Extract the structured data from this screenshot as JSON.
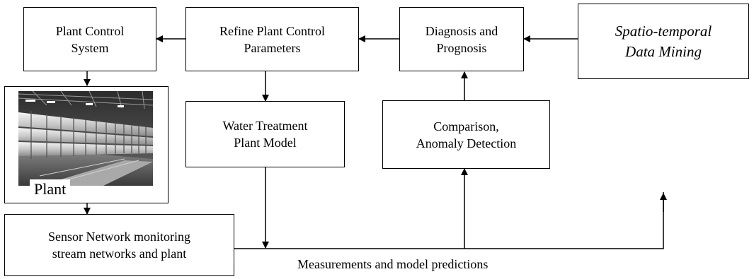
{
  "boxes": {
    "plant_control": [
      "Plant Control",
      "System"
    ],
    "refine": [
      "Refine Plant Control",
      "Parameters"
    ],
    "diagnosis": [
      "Diagnosis and",
      "Prognosis"
    ],
    "mining": [
      "Spatio-temporal",
      "Data Mining"
    ],
    "model": [
      "Water Treatment",
      "Plant Model"
    ],
    "comparison": [
      "Comparison,",
      "Anomaly Detection"
    ],
    "sensor": [
      "Sensor Network monitoring",
      "stream networks and plant"
    ]
  },
  "plant_label": "Plant",
  "caption": "Measurements and model predictions"
}
